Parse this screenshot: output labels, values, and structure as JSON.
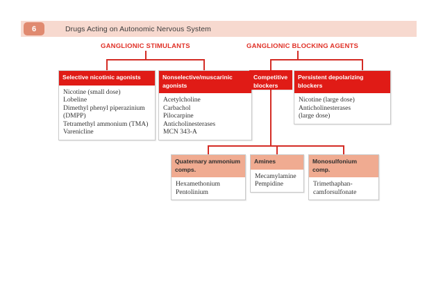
{
  "header": {
    "badge": "6",
    "title": "Drugs Acting on Autonomic Nervous System"
  },
  "sections": {
    "stimulants_title": "GANGLIONIC STIMULANTS",
    "blocking_title": "GANGLIONIC BLOCKING AGENTS"
  },
  "cards": {
    "selective_nicotinic": {
      "heading": "Selective nicotinic agonists",
      "items": [
        "Nicotine (small dose)",
        "Lobeline",
        "Dimethyl phenyl piperazinium",
        "(DMPP)",
        "Tetramethyl ammonium (TMA)",
        "Varenicline"
      ]
    },
    "nonselective_muscarinic": {
      "heading": "Nonselective/muscarinic agonists",
      "items": [
        "Acetylcholine",
        "Carbachol",
        "Pilocarpine",
        "Anticholinesterases",
        "MCN 343-A"
      ]
    },
    "competitive_blockers": {
      "heading": "Competitive blockers",
      "items": []
    },
    "persistent_depolarizing": {
      "heading": "Persistent depolarizing blockers",
      "items": [
        "Nicotine (large dose)",
        "Anticholinesterases",
        "(large dose)"
      ]
    },
    "quaternary_ammonium": {
      "heading": "Quaternary ammonium comps.",
      "items": [
        "Hexamethonium",
        "Pentolinium"
      ]
    },
    "amines": {
      "heading": "Amines",
      "items": [
        "Mecamylamine",
        "Pempidine"
      ]
    },
    "monosulfonium": {
      "heading": "Monosulfonium comp.",
      "items": [
        "Trimethaphan-",
        "camforsulfonate"
      ]
    }
  },
  "colors": {
    "header_bar": "#f7d9cf",
    "header_badge": "#e08a70",
    "section_title": "#e03127",
    "card_head_red": "#e01b16",
    "card_head_salmon": "#f0ab91",
    "connector": "#d42b24"
  }
}
